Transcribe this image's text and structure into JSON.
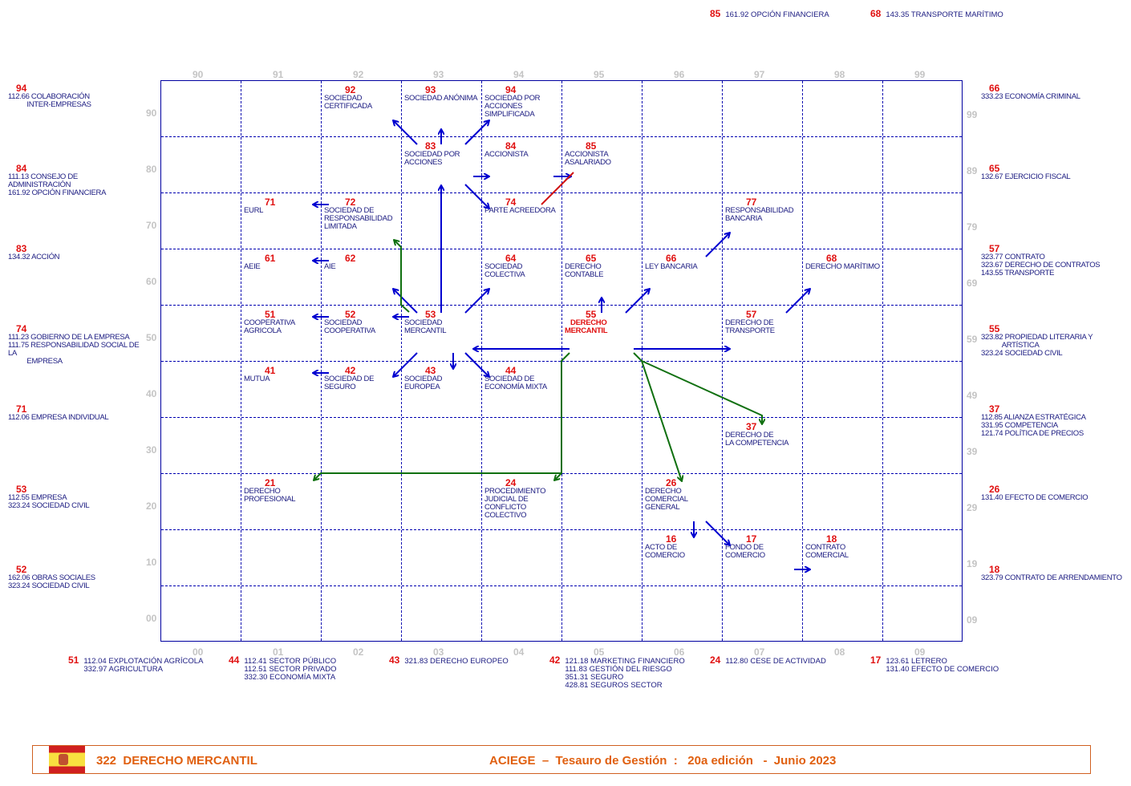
{
  "axis": {
    "top": [
      "90",
      "91",
      "92",
      "93",
      "94",
      "95",
      "96",
      "97",
      "98",
      "99"
    ],
    "bottom": [
      "00",
      "01",
      "02",
      "03",
      "04",
      "05",
      "06",
      "07",
      "08",
      "09"
    ],
    "left": [
      "90",
      "80",
      "70",
      "60",
      "50",
      "40",
      "30",
      "20",
      "10",
      "00"
    ],
    "right": [
      "99",
      "89",
      "79",
      "69",
      "59",
      "49",
      "39",
      "29",
      "19",
      "09"
    ]
  },
  "cells": [
    {
      "code": "92",
      "lines": "SOCIEDAD\nCERTIFICADA"
    },
    {
      "code": "93",
      "lines": "SOCIEDAD ANÓNIMA"
    },
    {
      "code": "94",
      "lines": "SOCIEDAD POR\nACCIONES\nSIMPLIFICADA"
    },
    {
      "code": "83",
      "lines": "SOCIEDAD POR\nACCIONES"
    },
    {
      "code": "84",
      "lines": "ACCIONISTA"
    },
    {
      "code": "85",
      "lines": "ACCIONISTA\nASALARIADO"
    },
    {
      "code": "71",
      "lines": "EURL"
    },
    {
      "code": "72",
      "lines": "SOCIEDAD DE\nRESPONSABILIDAD\nLIMITADA"
    },
    {
      "code": "74",
      "lines": "PARTE ACREEDORA"
    },
    {
      "code": "77",
      "lines": "RESPONSABILIDAD\nBANCARIA"
    },
    {
      "code": "61",
      "lines": "AEIE"
    },
    {
      "code": "62",
      "lines": "AIE"
    },
    {
      "code": "64",
      "lines": "SOCIEDAD\nCOLECTIVA"
    },
    {
      "code": "65",
      "lines": "DERECHO CONTABLE"
    },
    {
      "code": "66",
      "lines": "LEY BANCARIA"
    },
    {
      "code": "68",
      "lines": "DERECHO MARÍTIMO"
    },
    {
      "code": "51",
      "lines": "COOPERATIVA\nAGRICOLA"
    },
    {
      "code": "52",
      "lines": "SOCIEDAD\nCOOPERATIVA"
    },
    {
      "code": "53",
      "lines": "SOCIEDAD\nMERCANTIL"
    },
    {
      "code": "55",
      "lines": "   DERECHO\nMERCANTIL",
      "highlight": true
    },
    {
      "code": "57",
      "lines": "DERECHO DE\nTRANSPORTE"
    },
    {
      "code": "41",
      "lines": "MUTUA"
    },
    {
      "code": "42",
      "lines": "SOCIEDAD DE\nSEGURO"
    },
    {
      "code": "43",
      "lines": "SOCIEDAD EUROPEA"
    },
    {
      "code": "44",
      "lines": "SOCIEDAD DE\nECONOMÍA MIXTA"
    },
    {
      "code": "37",
      "lines": "DERECHO DE\nLA COMPETENCIA"
    },
    {
      "code": "21",
      "lines": "DERECHO\nPROFESIONAL"
    },
    {
      "code": "24",
      "lines": "PROCEDIMIENTO\nJUDICIAL DE\nCONFLICTO\nCOLECTIVO"
    },
    {
      "code": "26",
      "lines": "DERECHO\nCOMERCIAL\nGENERAL"
    },
    {
      "code": "16",
      "lines": "ACTO DE\nCOMERCIO"
    },
    {
      "code": "17",
      "lines": "FONDO DE\nCOMERCIO"
    },
    {
      "code": "18",
      "lines": "CONTRATO\nCOMERCIAL"
    }
  ],
  "left_entries": [
    {
      "code": "94",
      "lines": "112.66 COLABORACIÓN\n          INTER-EMPRESAS"
    },
    {
      "code": "84",
      "lines": "111.13 CONSEJO DE ADMINISTRACIÓN\n161.92 OPCIÓN FINANCIERA"
    },
    {
      "code": "83",
      "lines": "134.32 ACCIÓN"
    },
    {
      "code": "74",
      "lines": "111.23 GOBIERNO DE LA EMPRESA\n111.75 RESPONSABILIDAD SOCIAL DE LA\n          EMPRESA"
    },
    {
      "code": "71",
      "lines": "112.06 EMPRESA INDIVIDUAL"
    },
    {
      "code": "53",
      "lines": "112.55 EMPRESA\n323.24 SOCIEDAD CIVIL"
    },
    {
      "code": "52",
      "lines": "162.06 OBRAS SOCIALES\n323.24 SOCIEDAD CIVIL"
    }
  ],
  "right_entries": [
    {
      "code": "66",
      "lines": "333.23 ECONOMÍA CRIMINAL"
    },
    {
      "code": "65",
      "lines": "132.67 EJERCICIO FISCAL"
    },
    {
      "code": "57",
      "lines": "323.77 CONTRATO\n323.67 DERECHO DE CONTRATOS\n143.55 TRANSPORTE"
    },
    {
      "code": "55",
      "lines": "323.82 PROPIEDAD LITERARIA Y\n           ARTÍSTICA\n323.24 SOCIEDAD CIVIL"
    },
    {
      "code": "37",
      "lines": "112.85 ALIANZA ESTRATÉGICA\n331.95 COMPETENCIA\n121.74 POLÍTICA DE PRECIOS"
    },
    {
      "code": "26",
      "lines": "131.40 EFECTO DE COMERCIO"
    },
    {
      "code": "18",
      "lines": "323.79 CONTRATO DE ARRENDAMIENTO"
    }
  ],
  "bottom_entries": [
    {
      "code": "51",
      "lines": "112.04 EXPLOTACIÓN AGRÍCOLA\n332.97 AGRICULTURA"
    },
    {
      "code": "44",
      "lines": "112.41 SECTOR PÚBLICO\n112.51 SECTOR PRIVADO\n332.30 ECONOMÍA MIXTA"
    },
    {
      "code": "43",
      "lines": "321.83 DERECHO EUROPEO"
    },
    {
      "code": "42",
      "lines": "121.18 MARKETING FINANCIERO\n111.83 GESTIÓN DEL RIESGO\n351.31 SEGURO\n428.81 SEGUROS SECTOR"
    },
    {
      "code": "24",
      "lines": "112.80 CESE DE ACTIVIDAD"
    },
    {
      "code": "17",
      "lines": "123.61 LETRERO\n131.40 EFECTO DE COMERCIO"
    }
  ],
  "top_entries": [
    {
      "code": "85",
      "lines": "161.92 OPCIÓN FINANCIERA"
    },
    {
      "code": "68",
      "lines": "143.35 TRANSPORTE MARÍTIMO"
    }
  ],
  "footer": {
    "flag_icon": "spain-flag-icon",
    "title": "322  DERECHO MERCANTIL",
    "publisher": "ACIEGE  –  Tesauro de Gestión  :   20a edición   -  Junio 2023"
  },
  "colors": {
    "grid": "#0000b0",
    "number": "#e01010",
    "text": "#1a1a80",
    "arrow_blue": "#0000d0",
    "arrow_green": "#107010",
    "arrow_red": "#d01010",
    "footer": "#e06010"
  }
}
